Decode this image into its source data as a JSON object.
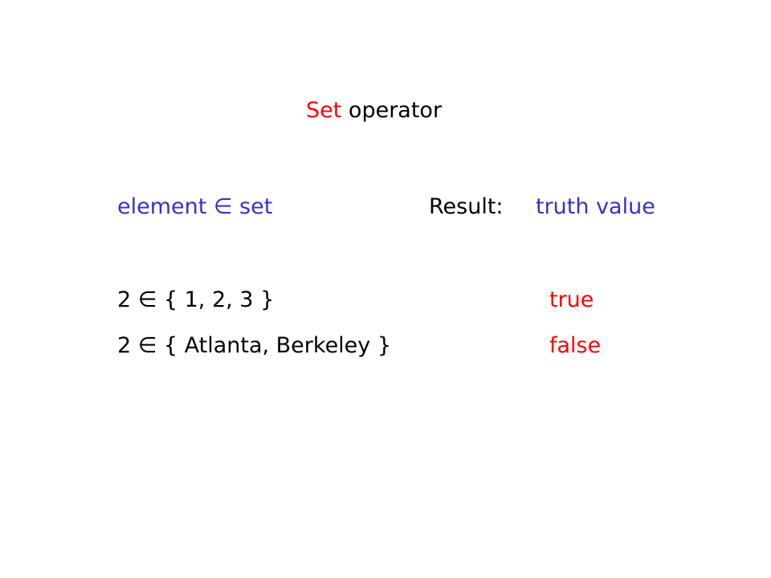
{
  "title": {
    "keyword": "Set",
    "rest": " operator"
  },
  "header": {
    "expression": "element ∈ set",
    "result_label": "Result:",
    "result_type": "truth value"
  },
  "examples": [
    {
      "expression": "2 ∈ { 1, 2, 3 }",
      "result": "true"
    },
    {
      "expression": "2 ∈ { Atlanta, Berkeley }",
      "result": "false"
    }
  ],
  "colors": {
    "keyword": "#ff0000",
    "header_terms": "#3333cc",
    "results": "#ff0000",
    "text": "#000000"
  }
}
